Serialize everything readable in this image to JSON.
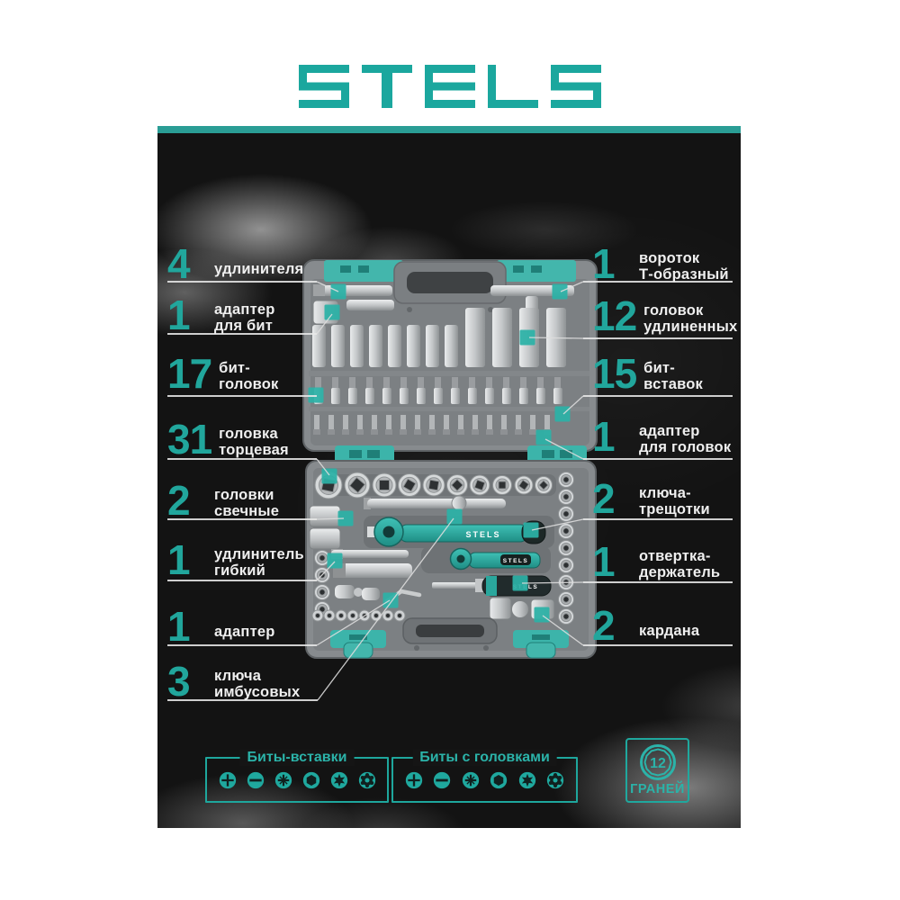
{
  "brand": {
    "logo_text": "STELS"
  },
  "colors": {
    "accent": "#1fa89e",
    "accent_bright": "#2eb3a8",
    "number_teal": "#21a69c",
    "panel_bg": "#131313",
    "case_gray": "#878b8e",
    "text_white": "#efefef"
  },
  "callouts": {
    "left": [
      {
        "number": "4",
        "lines": [
          "удлинителя"
        ]
      },
      {
        "number": "1",
        "lines": [
          "адаптер",
          "для бит"
        ]
      },
      {
        "number": "17",
        "lines": [
          "бит-",
          "головок"
        ]
      },
      {
        "number": "31",
        "lines": [
          "головка",
          "торцевая"
        ]
      },
      {
        "number": "2",
        "lines": [
          "головки",
          "свечные"
        ]
      },
      {
        "number": "1",
        "lines": [
          "удлинитель",
          "гибкий"
        ]
      },
      {
        "number": "1",
        "lines": [
          "адаптер"
        ]
      },
      {
        "number": "3",
        "lines": [
          "ключа",
          "имбусовых"
        ]
      }
    ],
    "right": [
      {
        "number": "1",
        "lines": [
          "вороток",
          "Т-образный"
        ]
      },
      {
        "number": "12",
        "lines": [
          "головок",
          "удлиненных"
        ]
      },
      {
        "number": "15",
        "lines": [
          "бит-",
          "вставок"
        ]
      },
      {
        "number": "1",
        "lines": [
          "адаптер",
          "для головок"
        ]
      },
      {
        "number": "2",
        "lines": [
          "ключа-",
          "трещотки"
        ]
      },
      {
        "number": "1",
        "lines": [
          "отвертка-",
          "держатель"
        ]
      },
      {
        "number": "2",
        "lines": [
          "кардана"
        ]
      }
    ]
  },
  "bits_sections": [
    {
      "title": "Биты-вставки",
      "icons": [
        "phillips",
        "slotted",
        "pozidriv",
        "hex",
        "torx",
        "tamper-torx"
      ]
    },
    {
      "title": "Биты с головками",
      "icons": [
        "phillips",
        "slotted",
        "pozidriv",
        "hex",
        "torx",
        "tamper-torx"
      ]
    }
  ],
  "badge": {
    "number": "12",
    "label": "ГРАНЕЙ"
  },
  "ratchet_brand_text": "STELS"
}
